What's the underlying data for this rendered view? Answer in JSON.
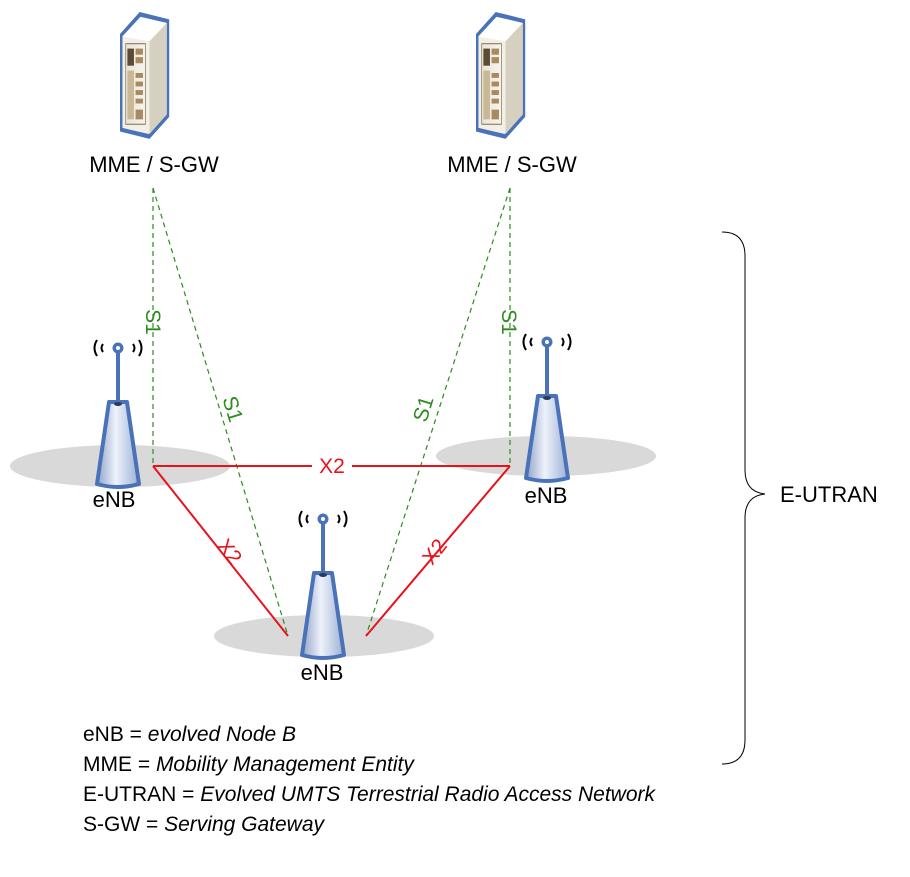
{
  "nodes": {
    "mme_left": "MME / S-GW",
    "mme_right": "MME / S-GW",
    "enb_left": "eNB",
    "enb_right": "eNB",
    "enb_center": "eNB"
  },
  "links": {
    "s1_a": "S1",
    "s1_b": "S1",
    "s1_c": "S1",
    "s1_d": "S1",
    "x2_top": "X2",
    "x2_left": "X2",
    "x2_right": "X2"
  },
  "region_label": "E-UTRAN",
  "legend": [
    {
      "abbr": "eNB = ",
      "meaning": "evolved Node B"
    },
    {
      "abbr": "MME = ",
      "meaning": "Mobility Management Entity"
    },
    {
      "abbr": "E-UTRAN = ",
      "meaning": "Evolved UMTS Terrestrial Radio Access Network"
    },
    {
      "abbr": "S-GW = ",
      "meaning": "Serving Gateway"
    }
  ],
  "colors": {
    "s1_link": "#2e8b1f",
    "x2_link": "#e8121b",
    "device_outline": "#4a72b8",
    "shadow": "#d9d9d9"
  },
  "icons": [
    "server-icon",
    "antenna-tower-icon",
    "curly-brace-icon"
  ]
}
